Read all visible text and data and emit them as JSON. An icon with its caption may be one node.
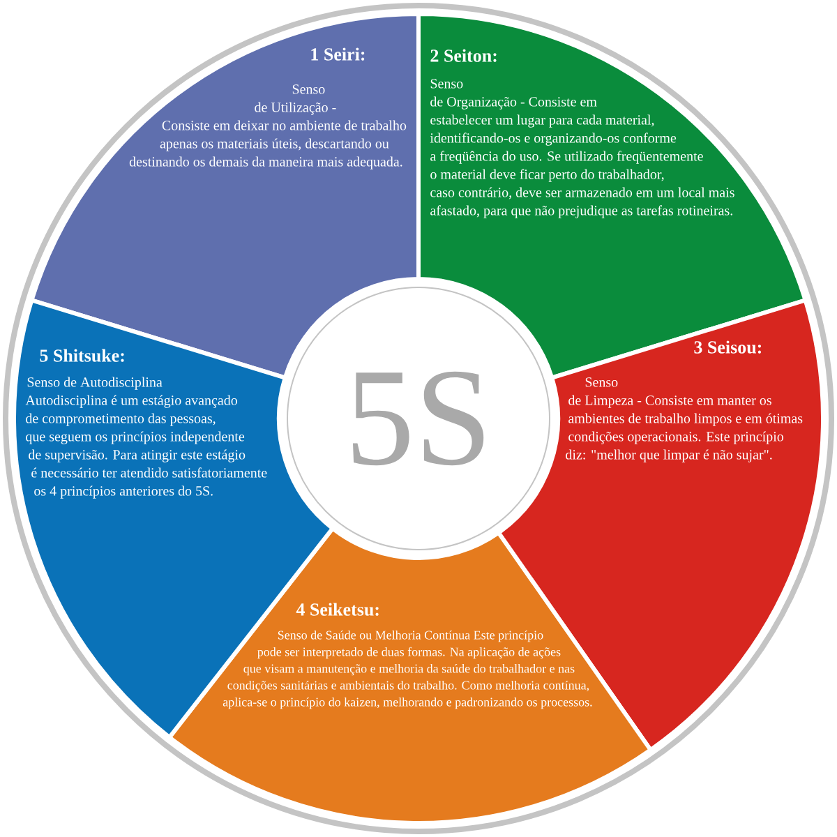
{
  "diagram": {
    "nodes": [
      {
        "text": [
          "5S"
        ]
      },
      {
        "text": [
          "1 Seiri:",
          "Senso de Utilização - Consiste em deixar no ambiente de trabalho apenas os materiais úteis, descartando ou destinando os demais da maneira mais adequada."
        ]
      },
      {
        "text": [
          "2 Seiton:",
          "Senso de Organização - Consiste em estabelecer um lugar para cada material, identificando-os e organizando-os conforme a freqüência do uso. Se utilizado freqüentemente o material deve ficar perto do trabalhador, caso contrário, deve ser armazenado em um local mais afastado, para que não prejudique as tarefas rotineiras."
        ]
      },
      {
        "text": [
          "3 Seisou:",
          "Senso de Limpeza - Consiste em manter os ambientes de trabalho limpos e em ótimas condições operacionais. Este princípio diz: \"melhor que limpar é não sujar\"."
        ]
      },
      {
        "text": [
          "4 Seiketsu:",
          "Senso de Saúde ou Melhoria Contínua Este princípio pode ser interpretado de duas formas. Na aplicação de ações que visam a manutenção e melhoria da saúde do trabalhador e nas condições sanitárias e ambientais do trabalho. Como melhoria contínua, aplica-se o princípio do kaizen, melhorando e padronizando os processos."
        ]
      },
      {
        "text": [
          "5 Shitsuke:",
          "Senso de Autodisciplina Autodisciplina é um estágio avançado de comprometimento das pessoas, que seguem os princípios independente de supervisão. Para atingir este estágio é necessário ter atendido satisfatoriamente os 4 princípios anteriores do 5S."
        ]
      }
    ]
  }
}
